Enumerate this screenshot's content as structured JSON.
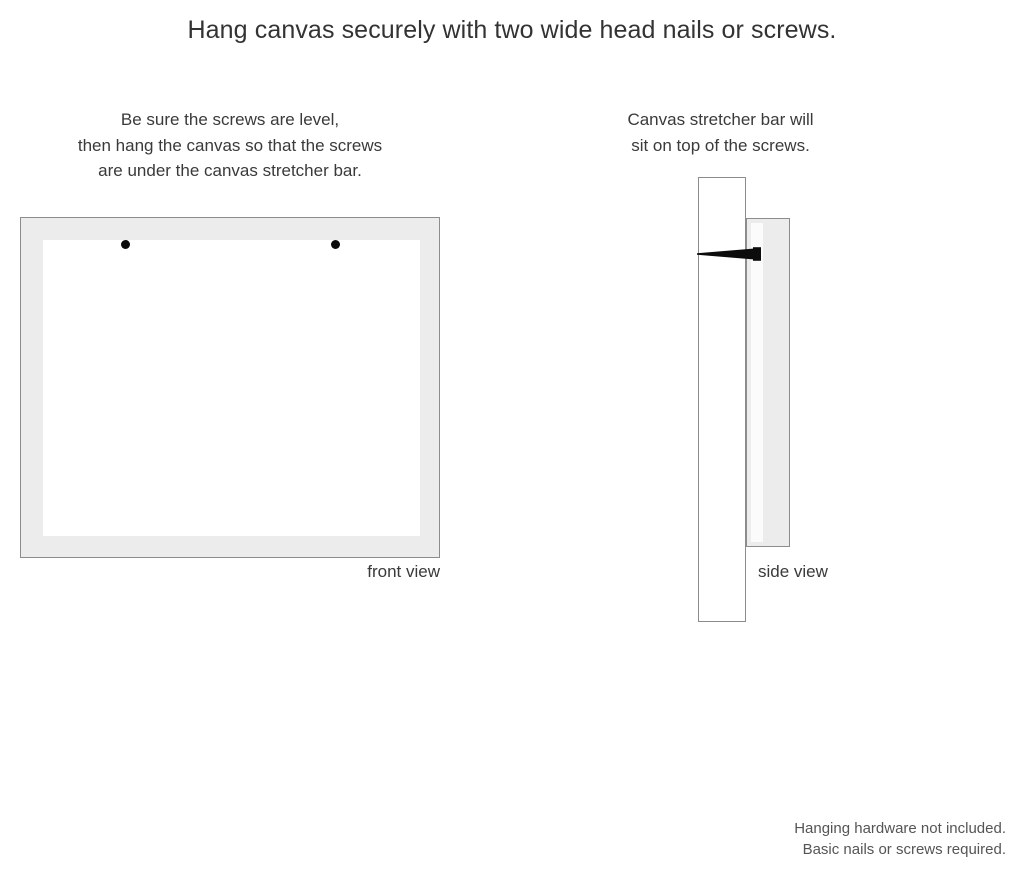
{
  "title": "Hang canvas securely with two wide head nails or screws.",
  "captions": {
    "left": {
      "line1": "Be sure the screws are level,",
      "line2": "then hang the canvas so that the screws",
      "line3": "are under the canvas stretcher bar."
    },
    "right": {
      "line1": "Canvas stretcher bar will",
      "line2": "sit on top of the screws."
    }
  },
  "front_view": {
    "label": "front view",
    "screw_count": 2
  },
  "side_view": {
    "label": "side view"
  },
  "footer": {
    "line1": "Hanging hardware not included.",
    "line2": "Basic nails or screws required."
  },
  "colors": {
    "text_dark": "#333333",
    "text_body": "#3a3a3a",
    "text_muted": "#555555",
    "outline": "#8c8c8c",
    "frame_fill": "#ececec",
    "panel_fill": "#ffffff",
    "screw_black": "#0c0c0c",
    "background": "#ffffff"
  }
}
